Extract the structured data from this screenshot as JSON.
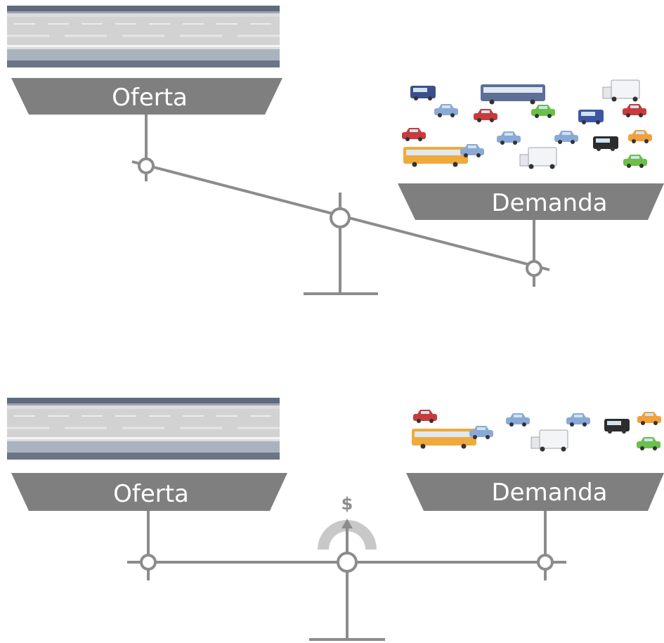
{
  "top_scale": {
    "supply_label": "Oferta",
    "demand_label": "Demanda"
  },
  "bottom_scale": {
    "supply_label": "Oferta",
    "demand_label": "Demanda",
    "price_symbol": "$"
  },
  "colors": {
    "beam": "#8c8c8c",
    "pan": "#7f7f7f",
    "road_asphalt": "#d5d5d5",
    "road_edge": "#6b7280",
    "gauge": "#c8c8c8"
  },
  "icons": {
    "highway": "highway-road-icon",
    "traffic": "vehicle-icons",
    "price": "price-gauge-icon"
  }
}
